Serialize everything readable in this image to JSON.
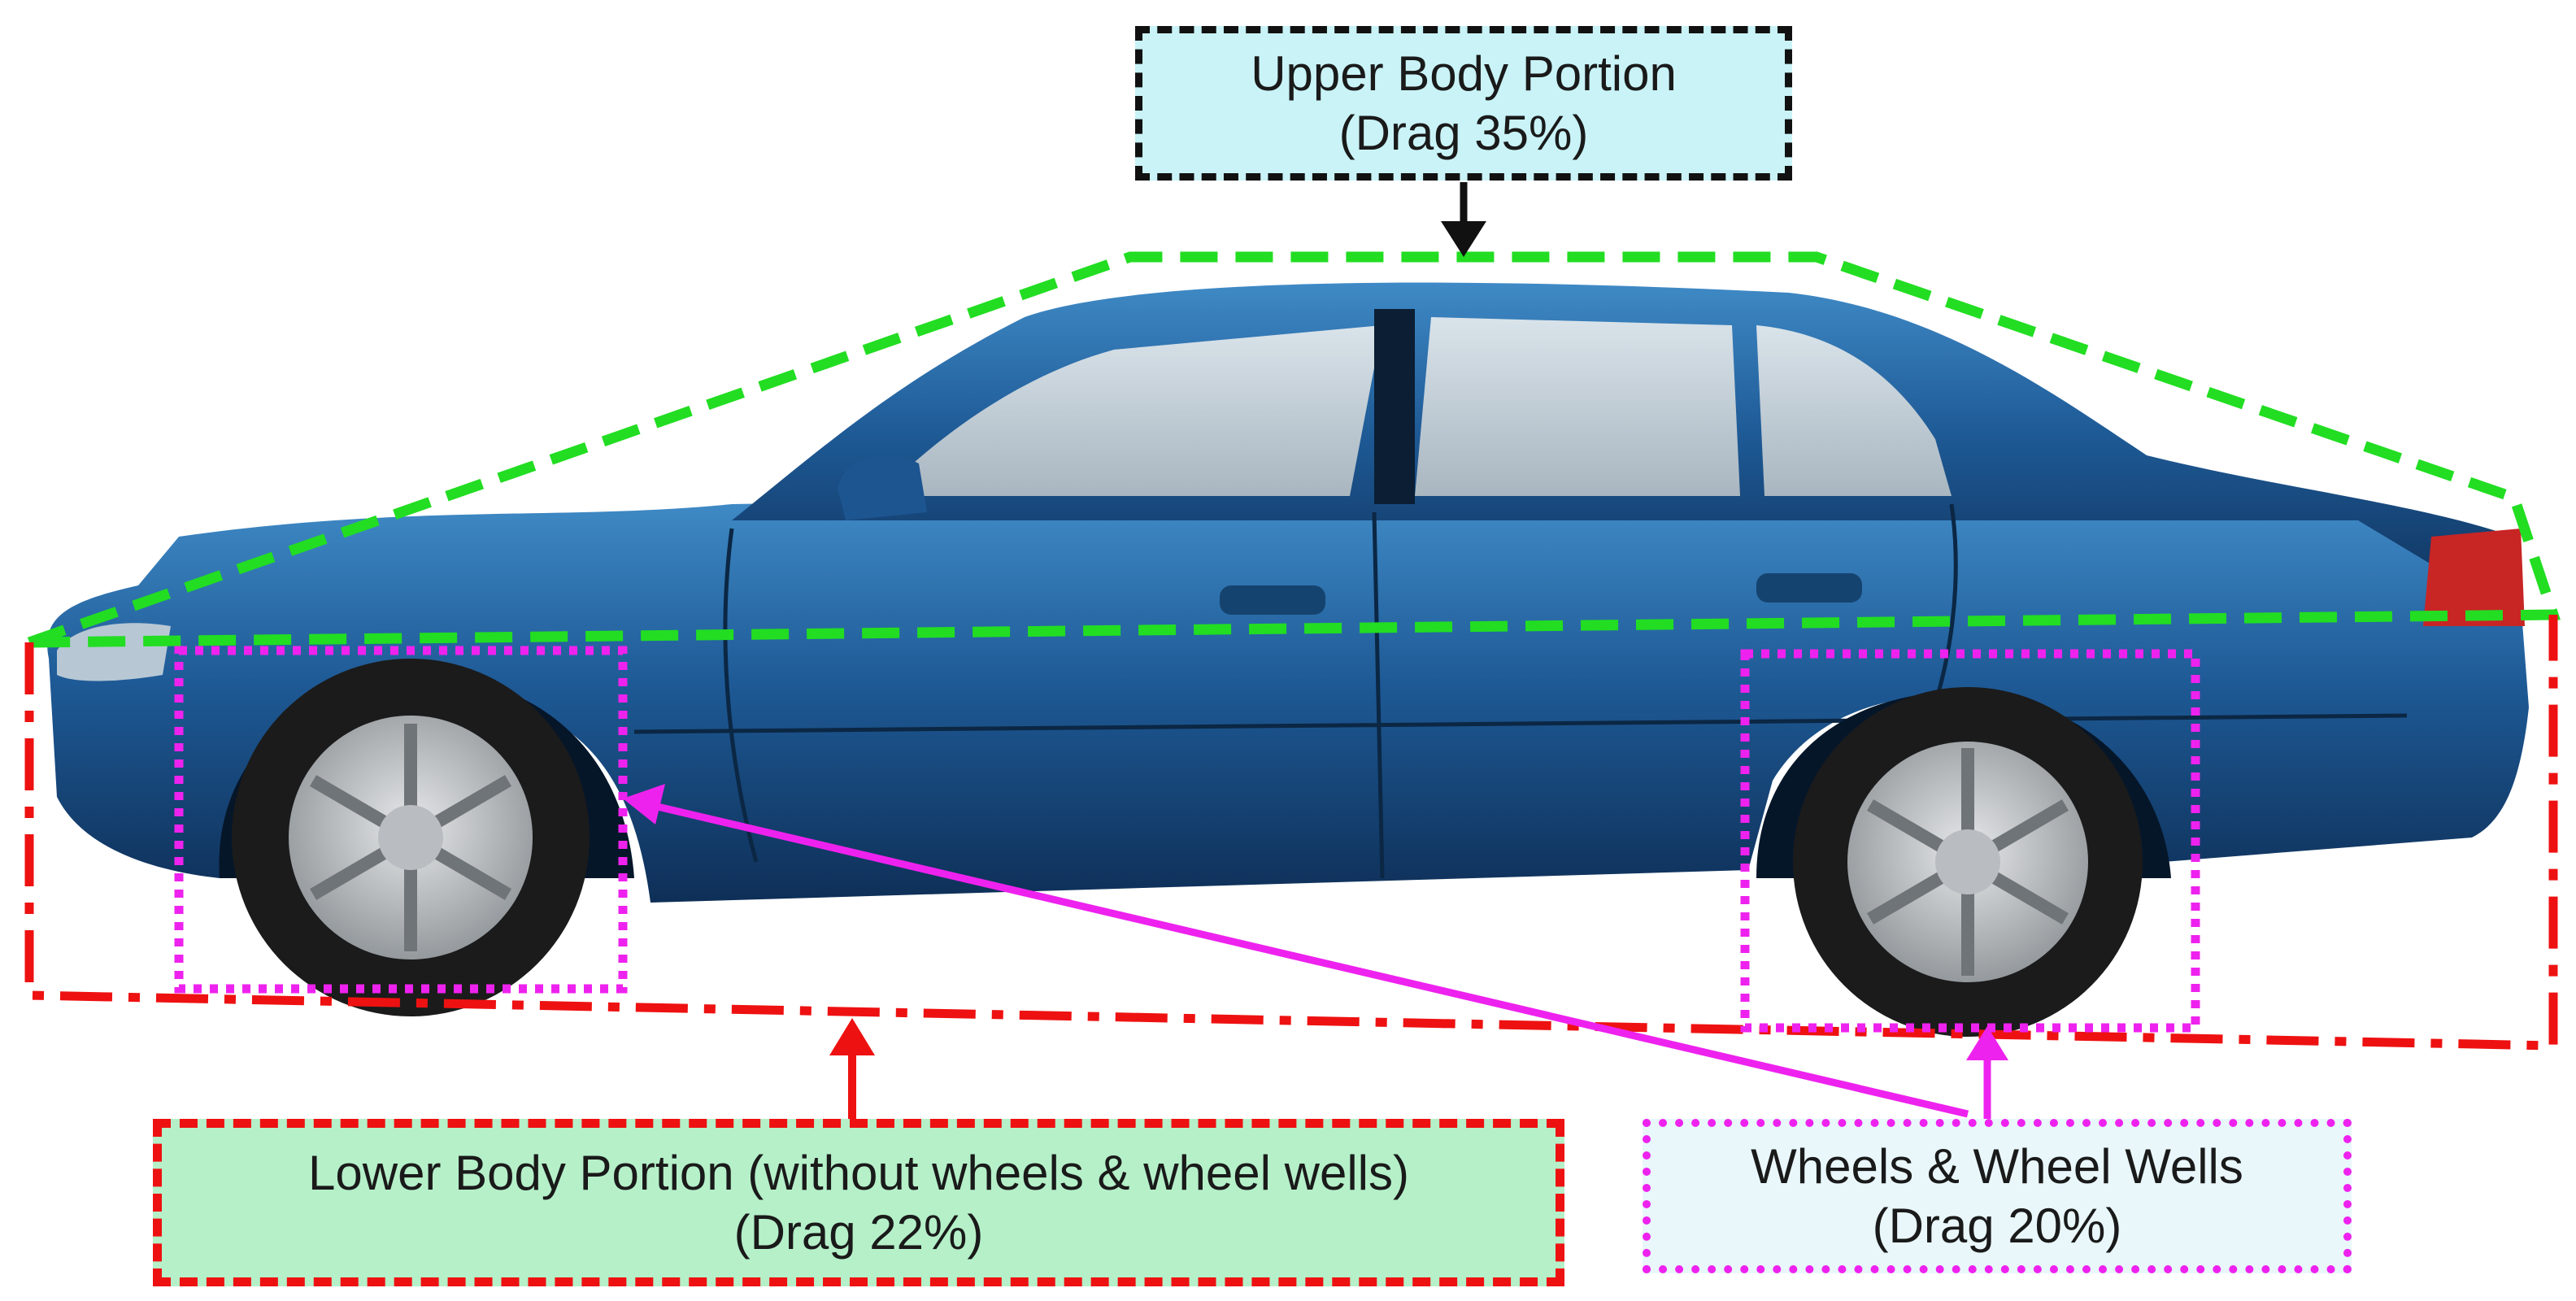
{
  "callouts": {
    "upper": {
      "line1": "Upper Body Portion",
      "line2": "(Drag 35%)",
      "color": "#111111",
      "fill": "#c9f3f7"
    },
    "lower": {
      "line1": "Lower Body Portion (without wheels & wheel wells)",
      "line2": "(Drag 22%)",
      "color": "#ee1111",
      "fill": "#b5f0c9"
    },
    "wheels": {
      "line1": "Wheels & Wheel Wells",
      "line2": "(Drag 20%)",
      "color": "#ee22ee",
      "fill": "#e9f7fb"
    }
  },
  "drag_shares_percent": {
    "upper_body": 35,
    "lower_body": 22,
    "wheels_and_wells": 20
  },
  "regions": {
    "upper_outline": {
      "style": "dashed",
      "color": "#22dd22"
    },
    "lower_outline": {
      "style": "dash-dot",
      "color": "#ee1111"
    },
    "wheel_outlines": {
      "style": "dotted",
      "color": "#ee22ee"
    }
  },
  "car": {
    "body_color": "#1e5a96",
    "icon": "sedan-side-view"
  }
}
